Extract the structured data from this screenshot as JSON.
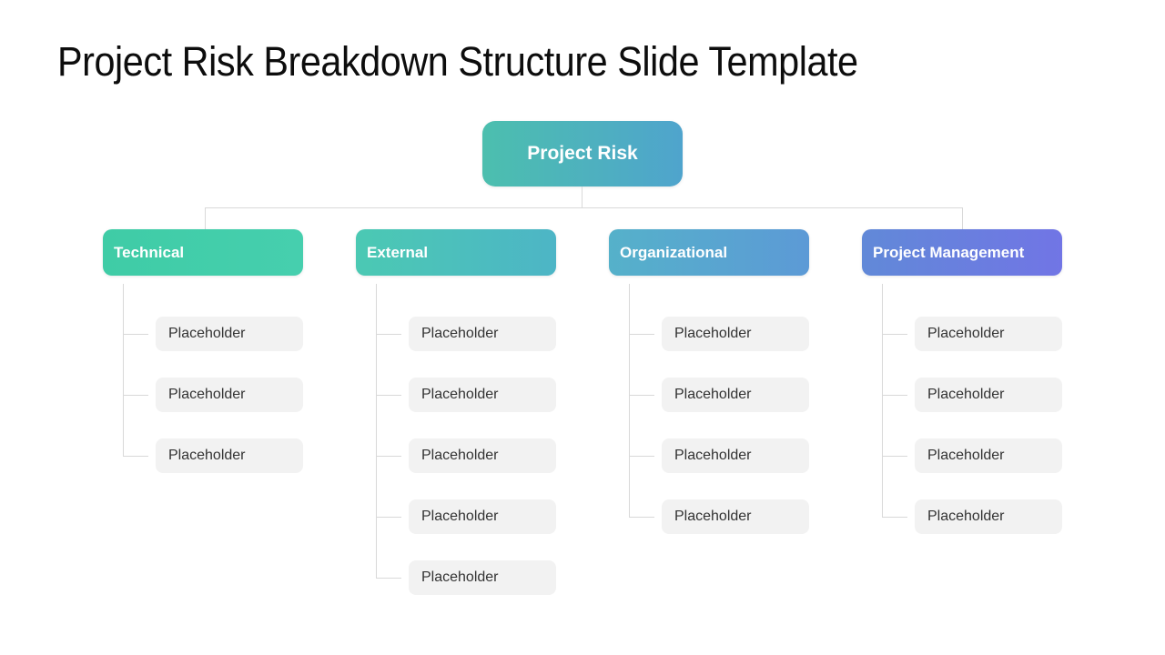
{
  "slide": {
    "title": "Project Risk Breakdown Structure Slide Template",
    "background_color": "#FFFFFF",
    "connector_color": "#D9D9D9",
    "placeholder_bg_color": "#F2F2F2"
  },
  "root_node": {
    "label": "Project Risk",
    "gradient": [
      "#4CBFAE",
      "#4FA4CD"
    ],
    "text_color": "#FFFFFF"
  },
  "groups": [
    {
      "label": "Technical",
      "gradient": [
        "#3FCCA6",
        "#46CFAE"
      ],
      "items": [
        "Placeholder",
        "Placeholder",
        "Placeholder"
      ]
    },
    {
      "label": "External",
      "gradient": [
        "#4BC9B3",
        "#4DB5C6"
      ],
      "items": [
        "Placeholder",
        "Placeholder",
        "Placeholder",
        "Placeholder",
        "Placeholder"
      ]
    },
    {
      "label": "Organizational",
      "gradient": [
        "#55B1CA",
        "#5C9AD6"
      ],
      "items": [
        "Placeholder",
        "Placeholder",
        "Placeholder",
        "Placeholder"
      ]
    },
    {
      "label": "Project Management",
      "gradient": [
        "#6189D8",
        "#7175E5"
      ],
      "items": [
        "Placeholder",
        "Placeholder",
        "Placeholder",
        "Placeholder"
      ]
    }
  ]
}
